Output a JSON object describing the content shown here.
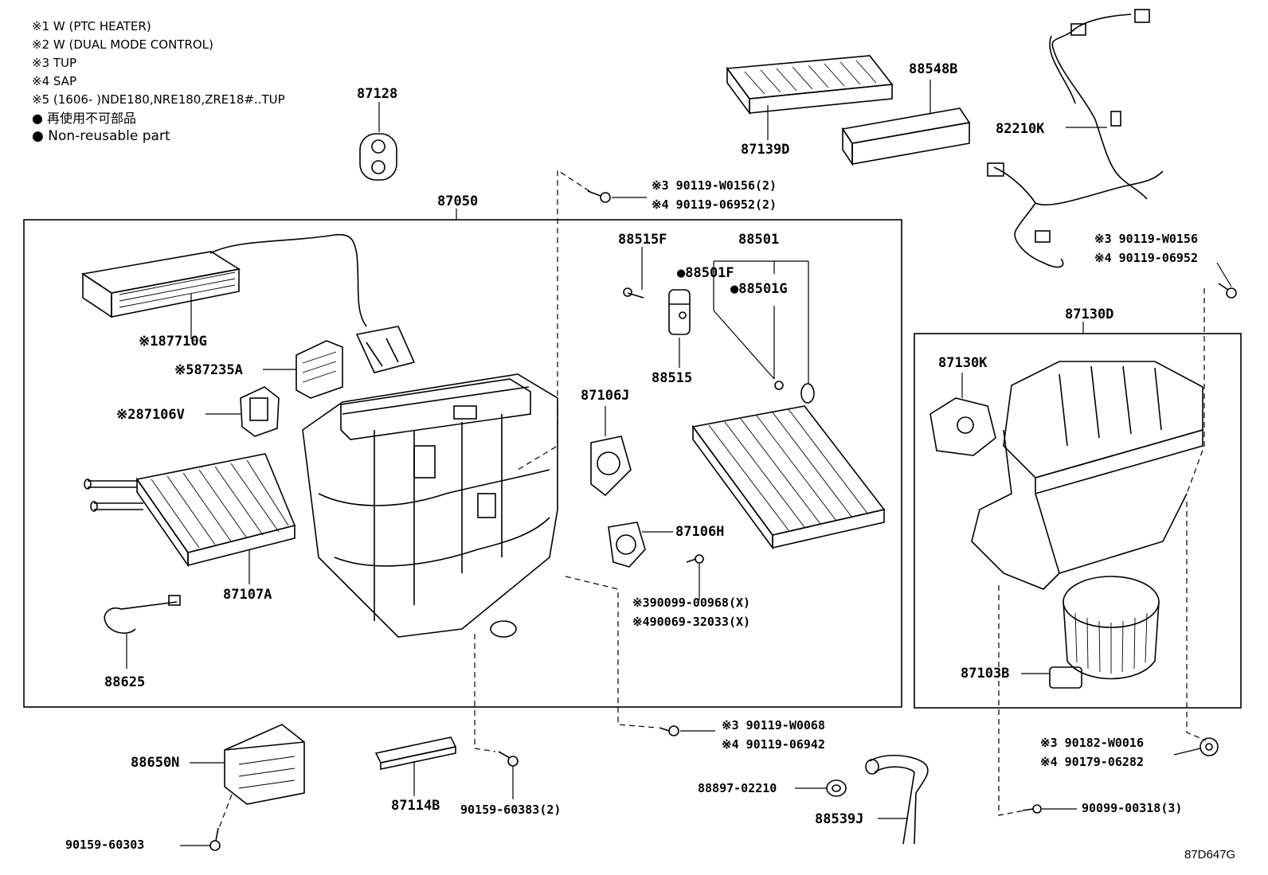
{
  "notes": [
    "※1 W (PTC HEATER)",
    "※2 W (DUAL MODE CONTROL)",
    "※3 TUP",
    "※4 SAP",
    "※5 (1606-        )NDE180,NRE180,ZRE18#..TUP",
    "● 再使用不可部品",
    "● Non-reusable part"
  ],
  "labels": {
    "p87128": "87128",
    "p87050": "87050",
    "p87139D": "87139D",
    "p88548B": "88548B",
    "p82210K": "82210K",
    "p87710G": "※187710G",
    "p87235A": "※587235A",
    "p87106V": "※287106V",
    "p87107A": "87107A",
    "p88625": "88625",
    "p88515F": "88515F",
    "p88501": "88501",
    "p88501F": "●88501F",
    "p88501G": "●88501G",
    "p88515": "88515",
    "p87106J": "87106J",
    "p87106H": "87106H",
    "p87130D": "87130D",
    "p87130K": "87130K",
    "p87103B": "87103B",
    "p88650N": "88650N",
    "p87114B": "87114B",
    "p88897": "88897-02210",
    "p88539J": "88539J",
    "s_top_a": "※3 90119-W0156(2)",
    "s_top_b": "※4 90119-06952(2)",
    "s_right_a": "※3 90119-W0156",
    "s_right_b": "※4 90119-06952",
    "s_mid_a": "※390099-00968(X)",
    "s_mid_b": "※490069-32033(X)",
    "s_bot_a": "※3 90119-W0068",
    "s_bot_b": "※4 90119-06942",
    "s_br_a": "※3 90182-W0016",
    "s_br_b": "※4 90179-06282",
    "s_60383": "90159-60383(2)",
    "s_60303": "90159-60303",
    "s_00318": "90099-00318(3)",
    "diagram_id": "87D647G"
  }
}
